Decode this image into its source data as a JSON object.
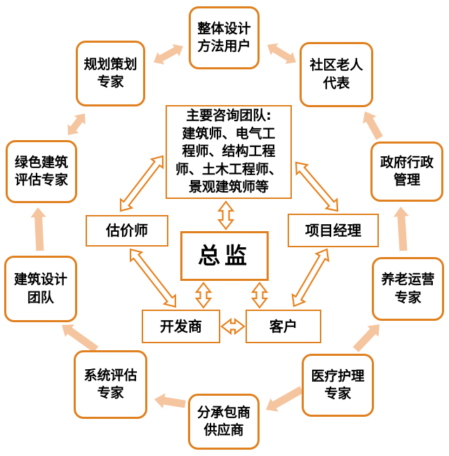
{
  "diagram": {
    "type": "stakeholder-relationship-diagram",
    "nodes": {
      "holistic_design_users": {
        "label": "整体设计\n方法用户",
        "shape": "rounded"
      },
      "planning_experts": {
        "label": "规划策划\n专家",
        "shape": "rounded"
      },
      "community_elderly_reps": {
        "label": "社区老人\n代表",
        "shape": "rounded"
      },
      "consulting_team": {
        "label": "主要咨询团队:\n建筑师、电气工\n程师、结构工程\n师、土木工程师、\n景观建筑师等",
        "shape": "rect"
      },
      "green_building_assessors": {
        "label": "绿色建筑\n评估专家",
        "shape": "rounded"
      },
      "government_admin": {
        "label": "政府行政\n管理",
        "shape": "rounded"
      },
      "appraiser": {
        "label": "估价师",
        "shape": "rect"
      },
      "project_manager": {
        "label": "项目经理",
        "shape": "rect"
      },
      "director": {
        "label": "总监",
        "shape": "rect"
      },
      "architectural_design_team": {
        "label": "建筑设计\n团队",
        "shape": "rounded"
      },
      "eldercare_operations_experts": {
        "label": "养老运营\n专家",
        "shape": "rounded"
      },
      "developer": {
        "label": "开发商",
        "shape": "rect"
      },
      "client": {
        "label": "客户",
        "shape": "rect"
      },
      "system_assessment_experts": {
        "label": "系统评估\n专家",
        "shape": "rounded"
      },
      "medical_nursing_experts": {
        "label": "医疗护理\n专家",
        "shape": "rounded"
      },
      "subcontractors_suppliers": {
        "label": "分承包商\n供应商",
        "shape": "rounded"
      }
    },
    "edges": [
      {
        "from": "appraiser",
        "to": "consulting_team",
        "style": "outline",
        "heads": "both"
      },
      {
        "from": "consulting_team",
        "to": "director",
        "style": "outline",
        "heads": "both"
      },
      {
        "from": "consulting_team",
        "to": "project_manager",
        "style": "outline",
        "heads": "both"
      },
      {
        "from": "director",
        "to": "developer",
        "style": "outline",
        "heads": "both"
      },
      {
        "from": "director",
        "to": "client",
        "style": "outline",
        "heads": "both"
      },
      {
        "from": "appraiser",
        "to": "developer",
        "style": "outline",
        "heads": "both"
      },
      {
        "from": "project_manager",
        "to": "client",
        "style": "outline",
        "heads": "both"
      },
      {
        "from": "developer",
        "to": "client",
        "style": "outline",
        "heads": "both"
      },
      {
        "from": "planning_experts",
        "to": "holistic_design_users",
        "style": "solid",
        "heads": "both"
      },
      {
        "from": "holistic_design_users",
        "to": "community_elderly_reps",
        "style": "solid",
        "heads": "both"
      },
      {
        "from": "government_admin",
        "to": "community_elderly_reps",
        "style": "solid",
        "heads": "end"
      },
      {
        "from": "eldercare_operations_experts",
        "to": "government_admin",
        "style": "solid",
        "heads": "end"
      },
      {
        "from": "medical_nursing_experts",
        "to": "eldercare_operations_experts",
        "style": "solid",
        "heads": "end"
      },
      {
        "from": "medical_nursing_experts",
        "to": "subcontractors_suppliers",
        "style": "solid",
        "heads": "end"
      },
      {
        "from": "subcontractors_suppliers",
        "to": "system_assessment_experts",
        "style": "solid",
        "heads": "end"
      },
      {
        "from": "system_assessment_experts",
        "to": "architectural_design_team",
        "style": "solid",
        "heads": "end"
      },
      {
        "from": "architectural_design_team",
        "to": "green_building_assessors",
        "style": "solid",
        "heads": "end"
      },
      {
        "from": "green_building_assessors",
        "to": "planning_experts",
        "style": "solid",
        "heads": "both"
      }
    ]
  },
  "colors": {
    "box_border": "#E0801E",
    "arrow_outline": "#E8821E",
    "arrow_solid": "#F5C5A0",
    "text": "#000000"
  }
}
